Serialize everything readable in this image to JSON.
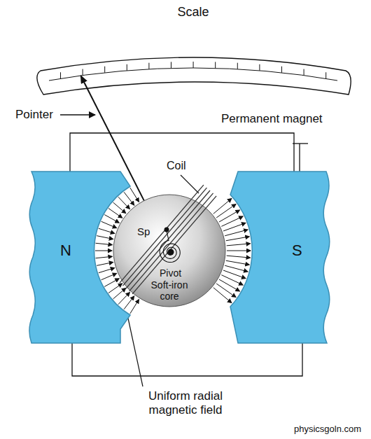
{
  "diagram": {
    "nodes": [
      {
        "text": [
          "Scale"
        ]
      },
      {
        "text": [
          "N"
        ]
      },
      {
        "text": [
          "Sp",
          "Pivot",
          "Soft-iron core"
        ]
      },
      {
        "text": [
          "S"
        ]
      }
    ],
    "edges": [
      {
        "from": 2,
        "to": 0,
        "arrow": "to"
      }
    ],
    "labels": [
      "Pointer",
      "Permanent magnet",
      "Coil",
      "Uniform radial magnetic field",
      "physicsgoln.com"
    ]
  }
}
